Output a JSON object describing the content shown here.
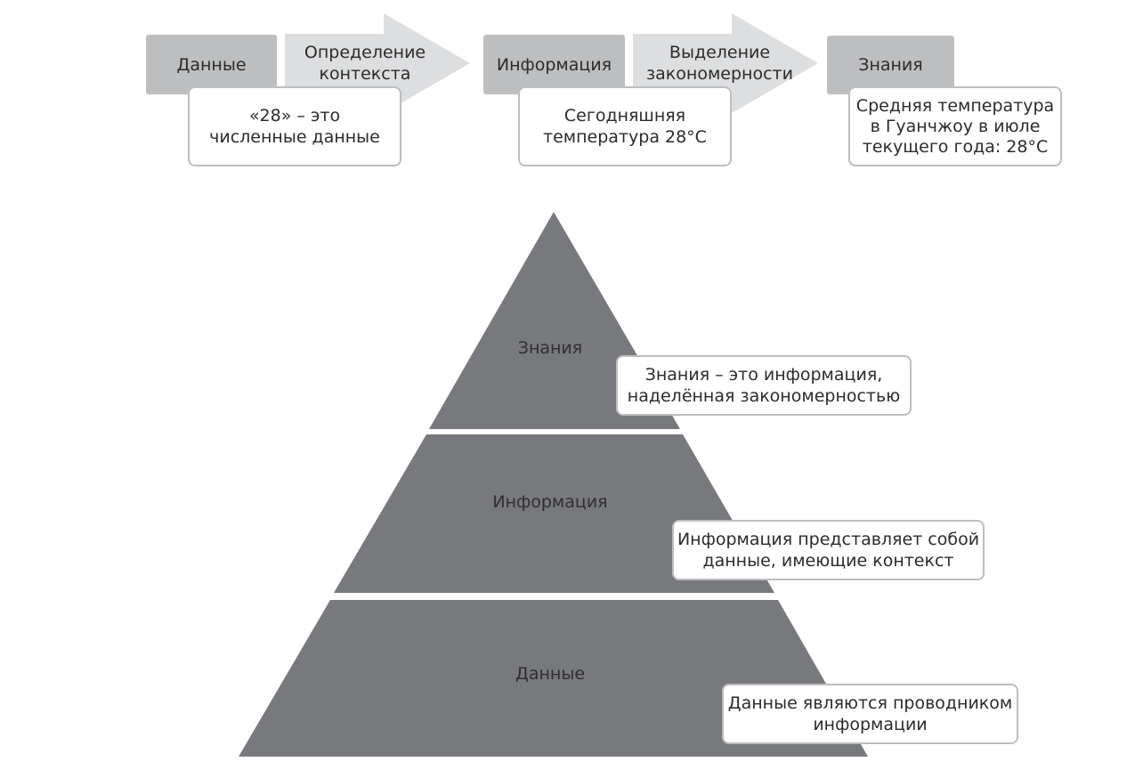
{
  "flow": {
    "stages": [
      {
        "label": "Данные",
        "example": "«28» – это\nчисленные данные"
      },
      {
        "label": "Информация",
        "example": "Сегодняшняя\nтемпература 28°C"
      },
      {
        "label": "Знания",
        "example": "Средняя температура\nв Гуанчжоу в июле\nтекущего года: 28°C"
      }
    ],
    "arrows": [
      {
        "label": "Определение\nконтекста"
      },
      {
        "label": "Выделение\nзакономерности"
      }
    ]
  },
  "pyramid": {
    "tiers": [
      {
        "label": "Знания",
        "description": "Знания – это информация,\nнаделённая закономерностью"
      },
      {
        "label": "Информация",
        "description": "Информация представляет собой\nданные, имеющие контекст"
      },
      {
        "label": "Данные",
        "description": "Данные являются проводником\nинформации"
      }
    ]
  },
  "colors": {
    "pyramid_fill": "#77797c",
    "box_fill": "#bdbec0",
    "arrow_fill": "#dddee0",
    "callout_border": "#bdbec0"
  }
}
